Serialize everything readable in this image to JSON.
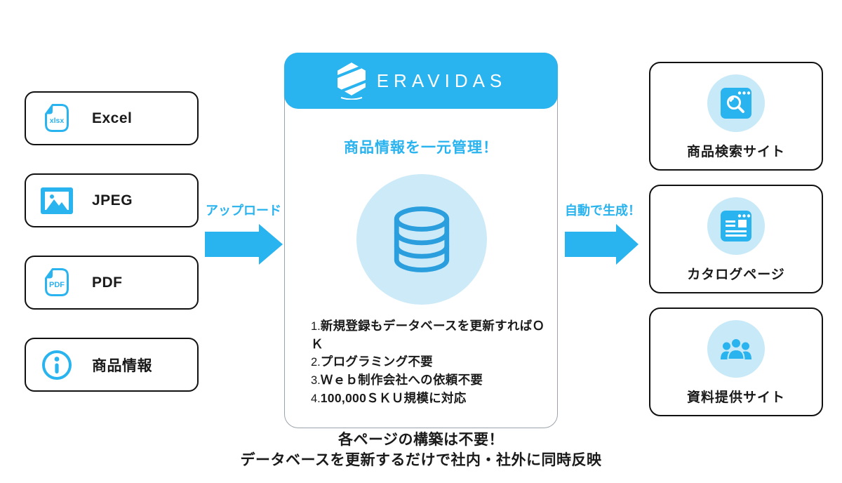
{
  "colors": {
    "primary": "#29b3ef",
    "db": "#2b9ede",
    "circle-bg": "#cdeaf8",
    "out-circle-bg": "#c8e9f8",
    "box-border": "#111111",
    "center-border": "#9aa3ab",
    "text": "#1a1a1a"
  },
  "brand": {
    "name": "ERAVIDAS",
    "tagline": "商品情報を一元管理！"
  },
  "inputs": [
    {
      "label": "Excel",
      "badge": "xlsx"
    },
    {
      "label": "JPEG"
    },
    {
      "label": "PDF",
      "badge": "PDF"
    },
    {
      "label": "商品情報"
    }
  ],
  "flow": {
    "upload_label": "アップロード",
    "generate_label": "自動で生成！"
  },
  "features": [
    {
      "num": "1.",
      "text": "新規登録もデータベースを更新すればＯＫ"
    },
    {
      "num": "2.",
      "text": "プログラミング不要"
    },
    {
      "num": "3.",
      "text": "Ｗｅｂ制作会社への依頼不要"
    },
    {
      "num": "4.",
      "text": "100,000ＳＫＵ規模に対応"
    }
  ],
  "outputs": [
    {
      "label": "商品検索サイト"
    },
    {
      "label": "カタログページ"
    },
    {
      "label": "資料提供サイト"
    }
  ],
  "caption": {
    "line1": "各ページの構築は不要！",
    "line2": "データベースを更新するだけで社内・社外に同時反映"
  }
}
